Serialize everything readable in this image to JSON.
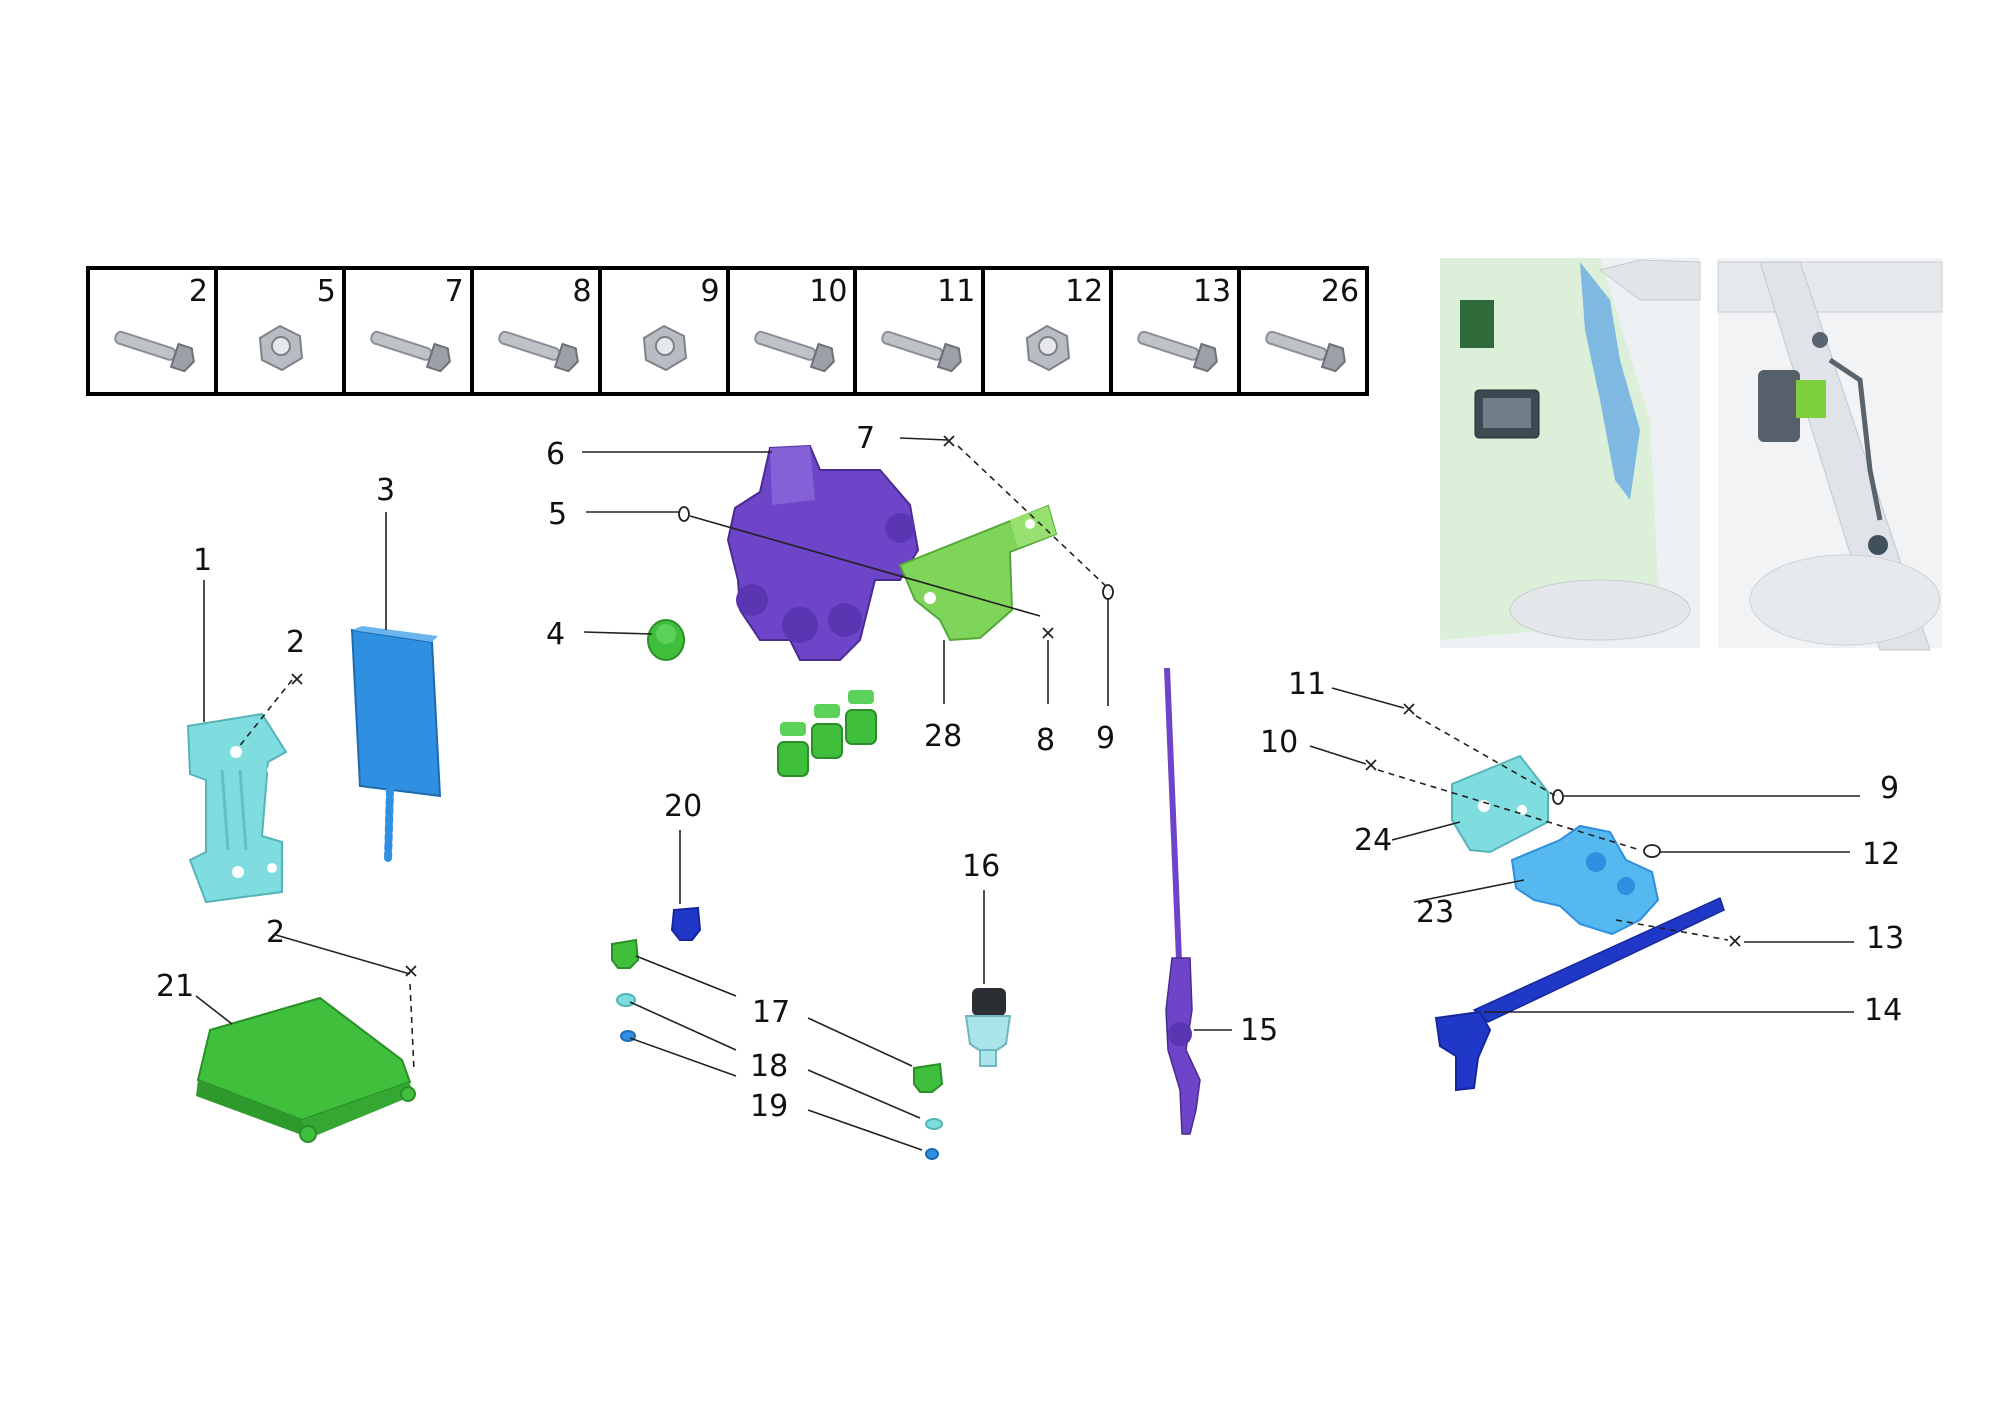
{
  "fastener_table": {
    "cells": [
      {
        "num": "2",
        "icon": "bolt-icon"
      },
      {
        "num": "5",
        "icon": "nut-icon"
      },
      {
        "num": "7",
        "icon": "bolt-icon"
      },
      {
        "num": "8",
        "icon": "bolt-icon"
      },
      {
        "num": "9",
        "icon": "nut-icon"
      },
      {
        "num": "10",
        "icon": "bolt-icon"
      },
      {
        "num": "11",
        "icon": "bolt-icon"
      },
      {
        "num": "12",
        "icon": "nut-icon"
      },
      {
        "num": "13",
        "icon": "bolt-icon"
      },
      {
        "num": "26",
        "icon": "bolt-icon"
      }
    ]
  },
  "callouts": {
    "c1": "1",
    "c2a": "2",
    "c2b": "2",
    "c3": "3",
    "c4": "4",
    "c5": "5",
    "c6": "6",
    "c7": "7",
    "c8": "8",
    "c9a": "9",
    "c9b": "9",
    "c10": "10",
    "c11": "11",
    "c12": "12",
    "c13": "13",
    "c14": "14",
    "c15": "15",
    "c16": "16",
    "c17": "17",
    "c18": "18",
    "c19": "19",
    "c20": "20",
    "c21": "21",
    "c23": "23",
    "c24": "24",
    "c28": "28"
  },
  "colors": {
    "purple": "#6e44c9",
    "green": "#3fbf3c",
    "light_green": "#7fd45a",
    "cyan": "#7fdde0",
    "blue": "#2f8fe0",
    "dark_blue": "#2038c8",
    "light_blue": "#55b8ee"
  }
}
